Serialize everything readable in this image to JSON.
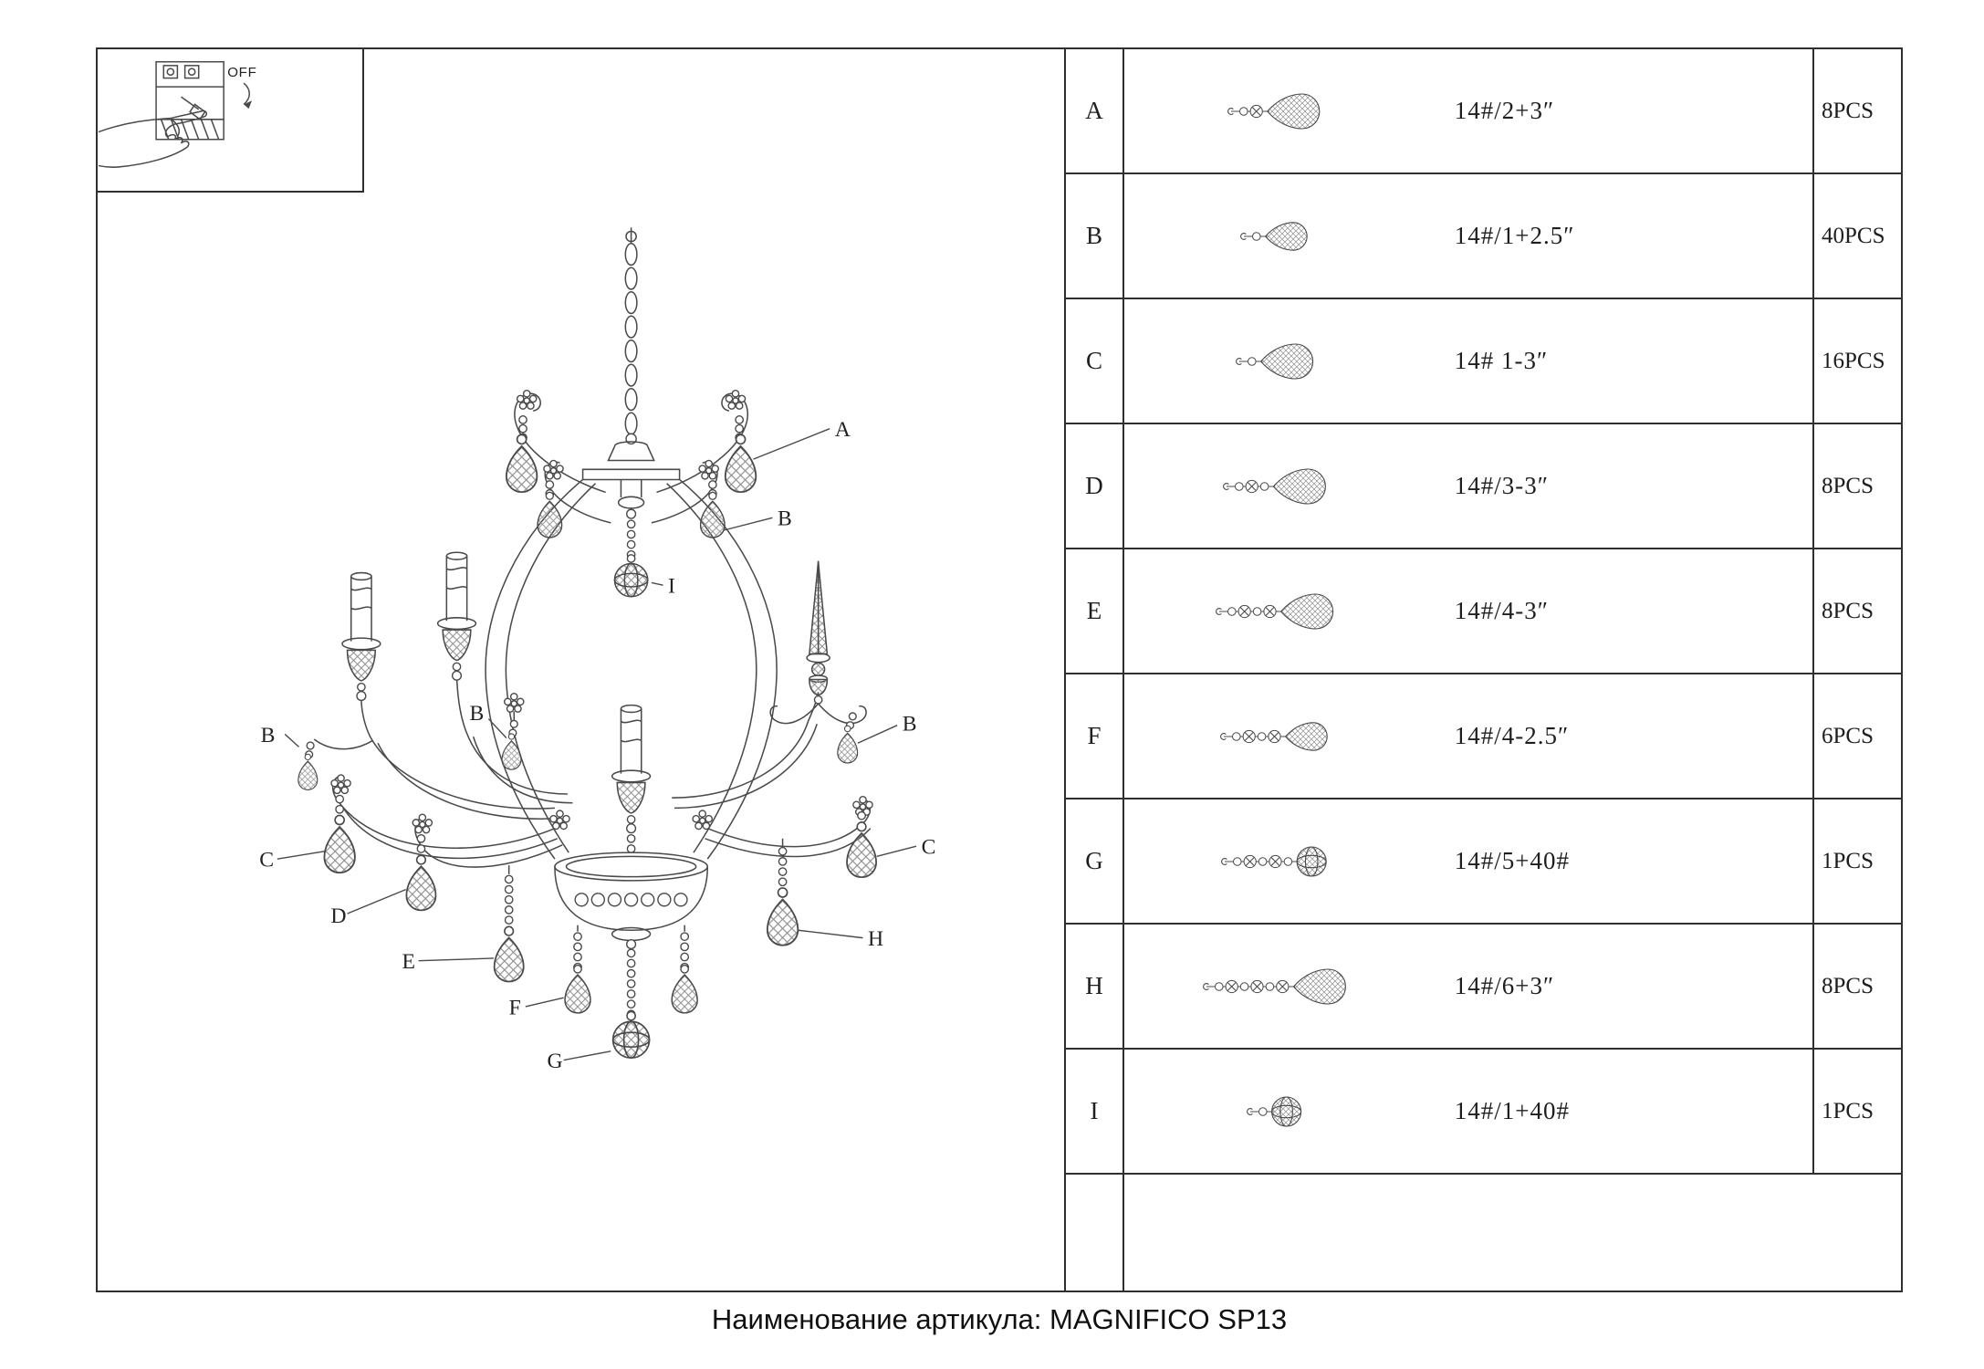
{
  "caption": "Наименование артикула: MAGNIFICO SP13",
  "inset": {
    "off_label": "OFF"
  },
  "diagram": {
    "callouts": [
      "A",
      "B",
      "I",
      "B",
      "B",
      "B",
      "C",
      "C",
      "D",
      "E",
      "F",
      "G",
      "H"
    ]
  },
  "parts_table": {
    "rows": [
      {
        "letter": "A",
        "code": "14#/2+3″",
        "qty": "8PCS",
        "beads": 2,
        "pendant": "teardrop"
      },
      {
        "letter": "B",
        "code": "14#/1+2.5″",
        "qty": "40PCS",
        "beads": 1,
        "pendant": "teardrop"
      },
      {
        "letter": "C",
        "code": "14# 1-3″",
        "qty": "16PCS",
        "beads": 1,
        "pendant": "teardrop"
      },
      {
        "letter": "D",
        "code": "14#/3-3″",
        "qty": "8PCS",
        "beads": 3,
        "pendant": "teardrop"
      },
      {
        "letter": "E",
        "code": "14#/4-3″",
        "qty": "8PCS",
        "beads": 4,
        "pendant": "teardrop"
      },
      {
        "letter": "F",
        "code": "14#/4-2.5″",
        "qty": "6PCS",
        "beads": 4,
        "pendant": "teardrop"
      },
      {
        "letter": "G",
        "code": "14#/5+40#",
        "qty": "1PCS",
        "beads": 5,
        "pendant": "ball"
      },
      {
        "letter": "H",
        "code": "14#/6+3″",
        "qty": "8PCS",
        "beads": 6,
        "pendant": "teardrop"
      },
      {
        "letter": "I",
        "code": "14#/1+40#",
        "qty": "1PCS",
        "beads": 1,
        "pendant": "ball"
      }
    ]
  }
}
